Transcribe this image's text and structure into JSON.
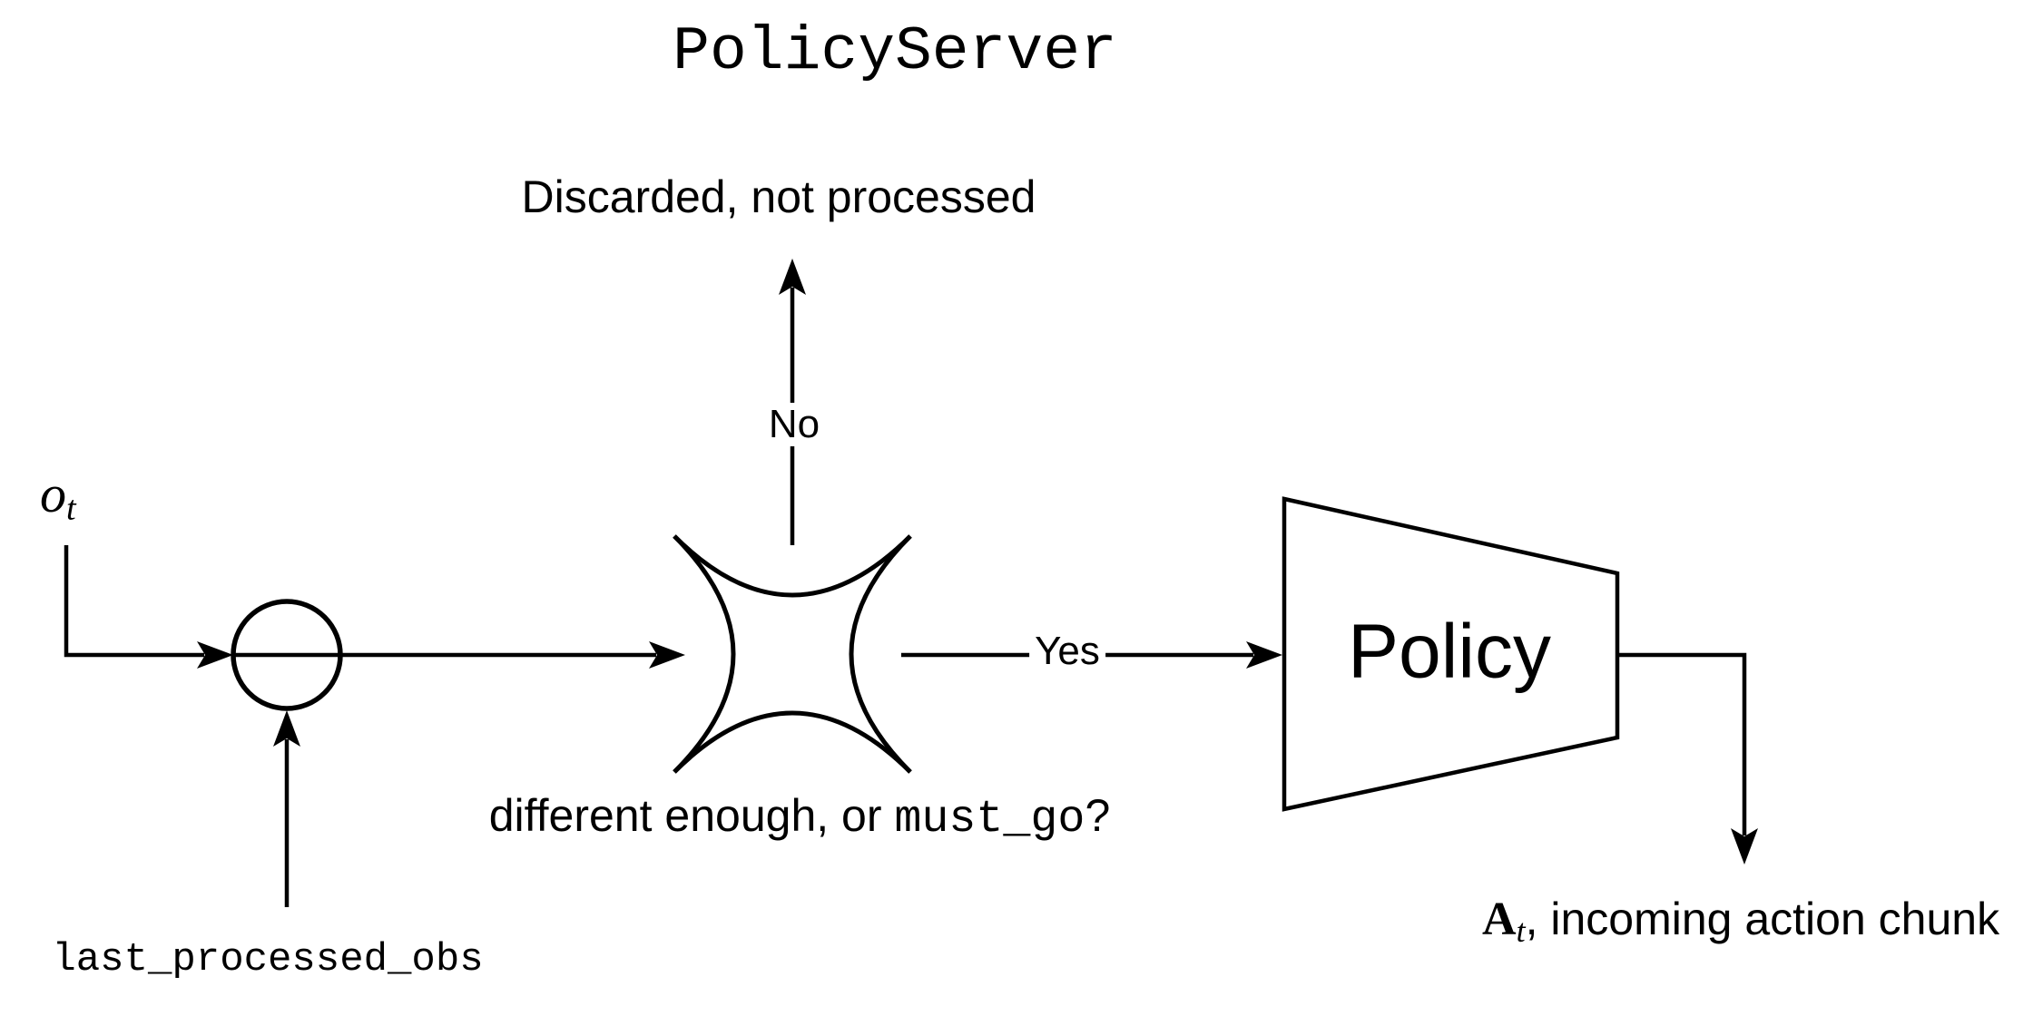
{
  "diagram": {
    "title": "PolicyServer",
    "labels": {
      "discarded": "Discarded, not processed",
      "no": "No",
      "yes": "Yes",
      "policy": "Policy",
      "last_processed_obs": "last_processed_obs"
    },
    "condition": {
      "prefix": "different enough, or ",
      "code": "must_go",
      "suffix": "?"
    },
    "observation": {
      "base": "o",
      "sub": "t"
    },
    "action_chunk": {
      "base": "A",
      "sub": "t",
      "rest": ", incoming action chunk"
    },
    "colors": {
      "ink": "#000000",
      "background": "#ffffff"
    }
  }
}
